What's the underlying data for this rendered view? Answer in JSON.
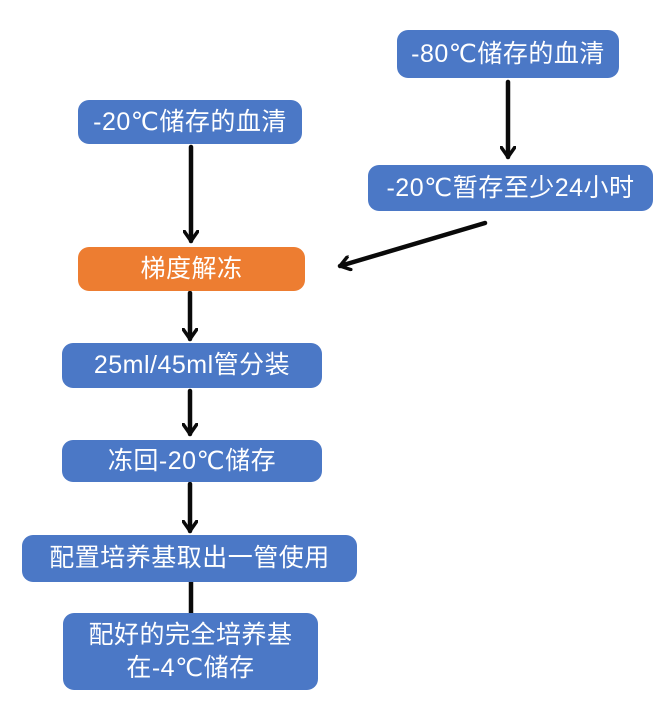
{
  "flowchart": {
    "title": "serum-thawing-and-media-preparation-flow",
    "nodes": {
      "serum_minus80": {
        "label": "-80℃储存的血清",
        "color": "#4B78C6"
      },
      "temp_minus20": {
        "label": "-20℃暂存至少24小时",
        "color": "#4B78C6"
      },
      "serum_minus20": {
        "label": "-20℃储存的血清",
        "color": "#4B78C6"
      },
      "gradient_thaw": {
        "label": "梯度解冻",
        "color": "#ED7D31"
      },
      "aliquot": {
        "label": "25ml/45ml管分装",
        "color": "#4B78C6"
      },
      "freeze_back": {
        "label": "冻回-20℃储存",
        "color": "#4B78C6"
      },
      "prepare_medium": {
        "label": "配置培养基取出一管使用",
        "color": "#4B78C6"
      },
      "store_medium": {
        "label": "配好的完全培养基 在-4℃储存",
        "lines": [
          "配好的完全培养基",
          "在-4℃储存"
        ],
        "color": "#4B78C6"
      }
    },
    "edges": [
      {
        "from": "serum_minus80",
        "to": "temp_minus20",
        "arrowhead": true,
        "direction": "down"
      },
      {
        "from": "temp_minus20",
        "to": "gradient_thaw",
        "arrowhead": true,
        "direction": "diagonal-down-left"
      },
      {
        "from": "serum_minus20",
        "to": "gradient_thaw",
        "arrowhead": true,
        "direction": "down"
      },
      {
        "from": "gradient_thaw",
        "to": "aliquot",
        "arrowhead": true,
        "direction": "down"
      },
      {
        "from": "aliquot",
        "to": "freeze_back",
        "arrowhead": true,
        "direction": "down"
      },
      {
        "from": "freeze_back",
        "to": "prepare_medium",
        "arrowhead": true,
        "direction": "down"
      },
      {
        "from": "prepare_medium",
        "to": "store_medium",
        "arrowhead": false,
        "direction": "down"
      }
    ],
    "colors": {
      "node_blue": "#4B78C6",
      "node_orange": "#ED7D31",
      "arrow": "#0A0A0A",
      "text": "#FFFFFF",
      "background": "#FFFFFF"
    }
  }
}
